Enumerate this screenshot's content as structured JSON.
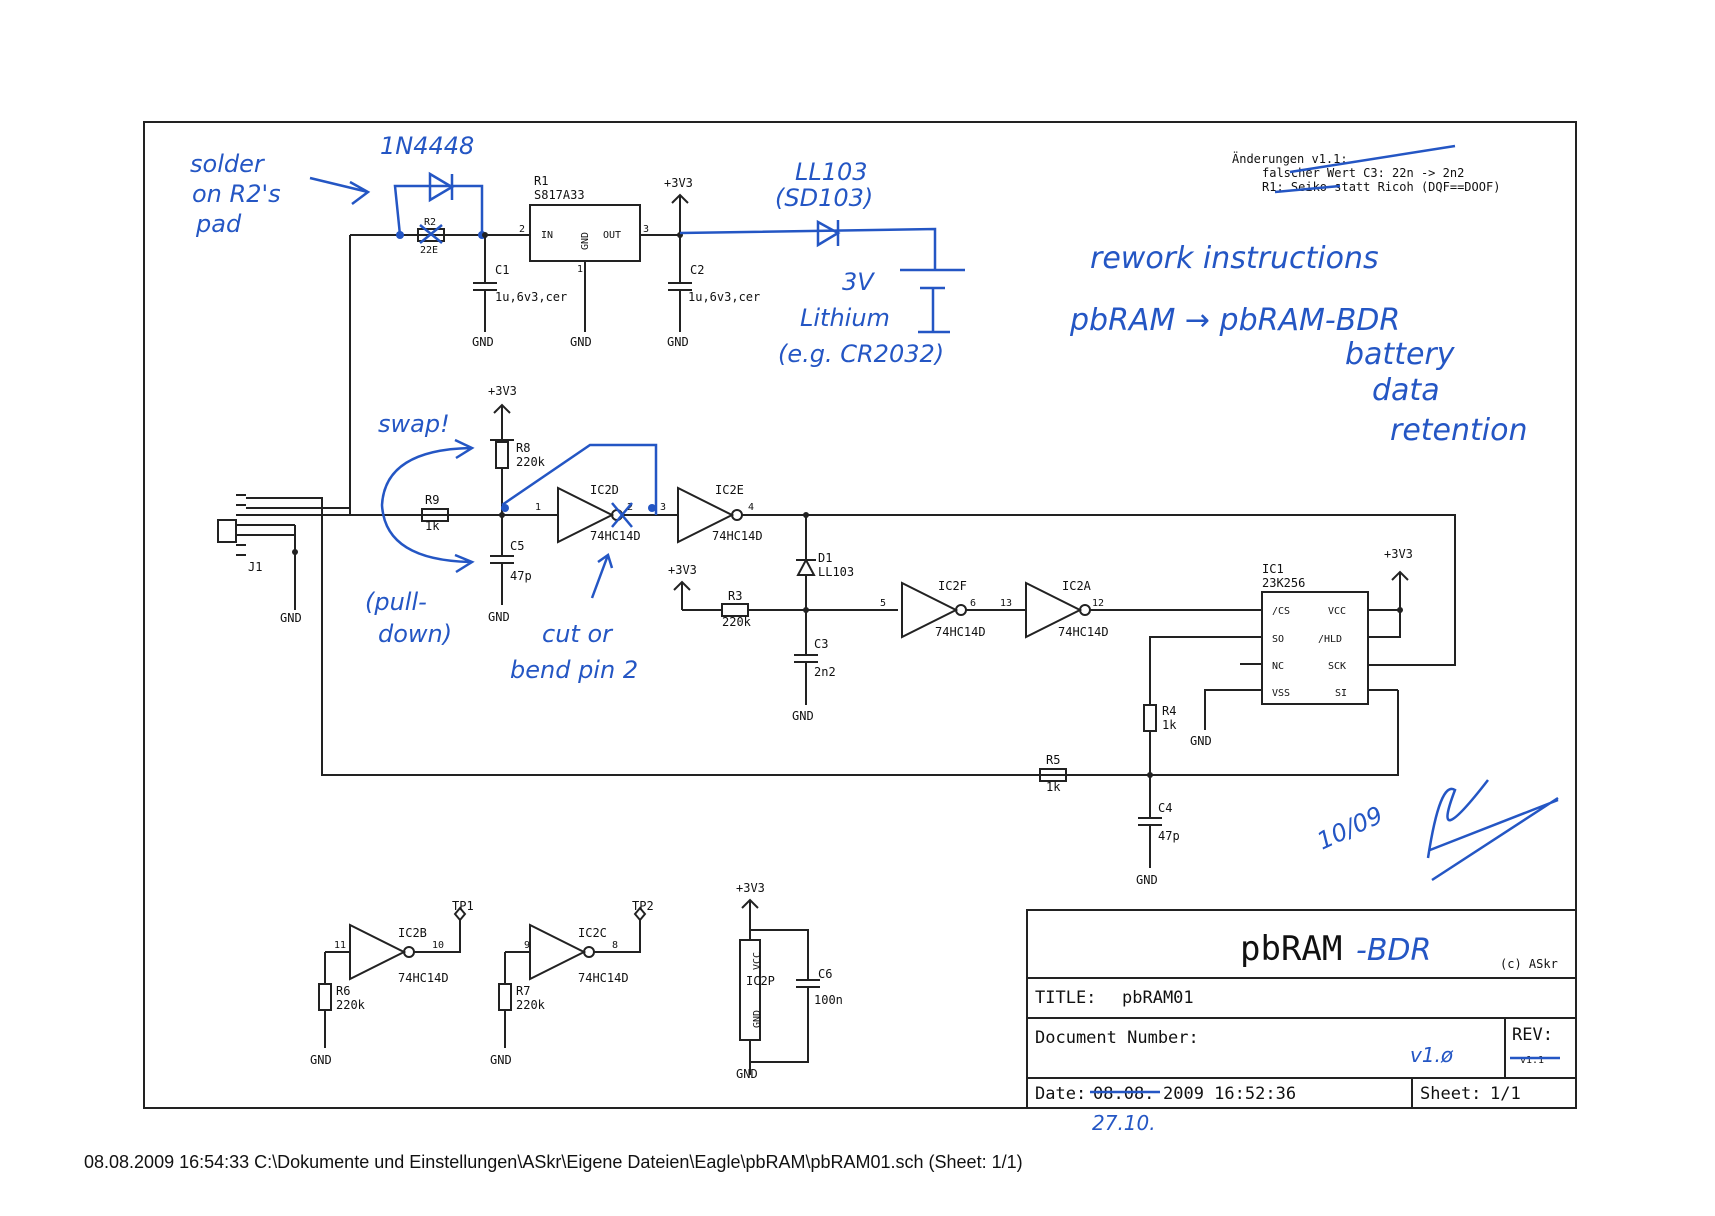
{
  "revision_notes": {
    "line1": "Änderungen v1.1:",
    "line2": "falscher Wert C3: 22n -> 2n2",
    "line3": "R1: Seiko statt Ricoh (DQF==DOOF)"
  },
  "handwritten": {
    "solder": [
      "solder",
      "on R2's",
      "pad"
    ],
    "diode_top": "1N4448",
    "diode_ll": [
      "LL103",
      "(SD103)"
    ],
    "battery": [
      "3V",
      "Lithium",
      "(e.g. CR2032)"
    ],
    "rework": [
      "rework instructions",
      "pbRAM → pbRAM-BDR",
      "battery",
      "data",
      "retention"
    ],
    "swap": "swap!",
    "pulldown": [
      "(pull-",
      "down)"
    ],
    "cut": [
      "cut or",
      "bend pin 2"
    ],
    "date_sig": "10/09",
    "new_date": "27.10.",
    "rev_new": "v1.ø",
    "title_suffix": "-BDR"
  },
  "components": {
    "R1": [
      "R1",
      "S817A33"
    ],
    "R2": [
      "R2",
      "22E"
    ],
    "C1": [
      "C1",
      "1u,6v3,cer"
    ],
    "C2": [
      "C2",
      "1u,6v3,cer"
    ],
    "R8": [
      "R8",
      "220k"
    ],
    "R9": [
      "R9",
      "1k"
    ],
    "C5": [
      "C5",
      "47p"
    ],
    "IC2D": "IC2D",
    "IC2E": "IC2E",
    "IC2F": "IC2F",
    "IC2A": "IC2A",
    "IC2B": "IC2B",
    "IC2C": "IC2C",
    "IC2P": "IC2P",
    "part": "74HC14D",
    "D1": [
      "D1",
      "LL103"
    ],
    "R3": [
      "R3",
      "220k"
    ],
    "C3": [
      "C3",
      "2n2"
    ],
    "IC1": [
      "IC1",
      "23K256"
    ],
    "IC1_pins_left": [
      "/CS",
      "SO",
      "NC",
      "VSS"
    ],
    "IC1_pins_right": [
      "VCC",
      "/HLD",
      "SCK",
      "SI"
    ],
    "R4": [
      "R4",
      "1k"
    ],
    "R5": [
      "R5",
      "1k"
    ],
    "C4": [
      "C4",
      "47p"
    ],
    "R6": [
      "R6",
      "220k"
    ],
    "R7": [
      "R7",
      "220k"
    ],
    "C6": [
      "C6",
      "100n"
    ],
    "J1": "J1",
    "TP1": "TP1",
    "TP2": "TP2",
    "gnd": "GND",
    "vcc": "+3V3",
    "reg_in": "IN",
    "reg_out": "OUT",
    "reg_gnd": "GND",
    "ic2p_vcc": "VCC",
    "ic2p_gnd": "GND"
  },
  "title_block": {
    "main_title": "pbRAM",
    "copyright": "(c) ASkr",
    "title_label": "TITLE:",
    "title_value": "pbRAM01",
    "docnum_label": "Document Number:",
    "rev_label": "REV:",
    "rev_old": "v1.1",
    "date_label": "Date:",
    "date_old": "08.08.",
    "date_value": "2009 16:52:36",
    "sheet_label": "Sheet:",
    "sheet_value": "1/1"
  },
  "footer": "08.08.2009 16:54:33  C:\\Dokumente und Einstellungen\\ASkr\\Eigene Dateien\\Eagle\\pbRAM\\pbRAM01.sch (Sheet: 1/1)"
}
